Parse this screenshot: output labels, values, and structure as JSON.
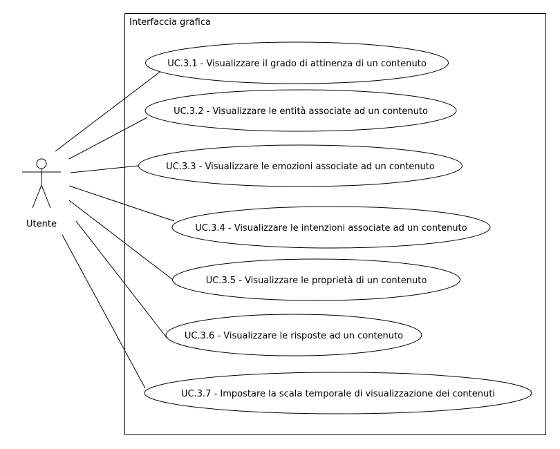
{
  "system": {
    "title": "Interfaccia grafica"
  },
  "actor": {
    "name": "Utente",
    "icon": "stick-figure-actor-icon"
  },
  "use_cases": [
    {
      "label": "UC.3.1 - Visualizzare il grado di attinenza di un contenuto"
    },
    {
      "label": "UC.3.2 - Visualizzare le entità associate ad un contenuto"
    },
    {
      "label": "UC.3.3 - Visualizzare le emozioni associate ad un contenuto"
    },
    {
      "label": "UC.3.4 - Visualizzare le intenzioni associate ad un contenuto"
    },
    {
      "label": "UC.3.5 - Visualizzare le proprietà di un contenuto"
    },
    {
      "label": "UC.3.6 - Visualizzare le risposte ad un contenuto"
    },
    {
      "label": "UC.3.7 - Impostare la scala temporale di visualizzazione dei contenuti"
    }
  ],
  "colors": {
    "stroke": "#000000",
    "fill": "#ffffff"
  }
}
